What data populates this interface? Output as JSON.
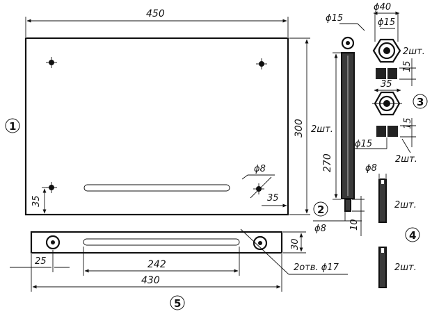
{
  "plate": {
    "width": "450",
    "height": "300",
    "hole_dia": "ϕ8",
    "hole_offset": "35",
    "hole_offset_side": "35",
    "label": "1"
  },
  "rod": {
    "top_dia": "ϕ15",
    "count": "2шт.",
    "length": "270",
    "end_dia": "ϕ8",
    "end_length": "10",
    "label": "2"
  },
  "nut": {
    "outer_dia": "ϕ40",
    "inner_dia": "ϕ15",
    "count": "2шт.",
    "height": "15",
    "label": "3",
    "flat": "35",
    "inner_dia_2": "ϕ15",
    "height_2": "15",
    "count_2": "2шт."
  },
  "pin": {
    "dia": "ϕ8",
    "count": "2шт.",
    "count_2": "2шт.",
    "label": "4"
  },
  "bar": {
    "hole_offset": "25",
    "slot_length": "242",
    "total_length": "430",
    "height": "30",
    "holes_note": "2отв. ϕ17",
    "label": "5"
  }
}
